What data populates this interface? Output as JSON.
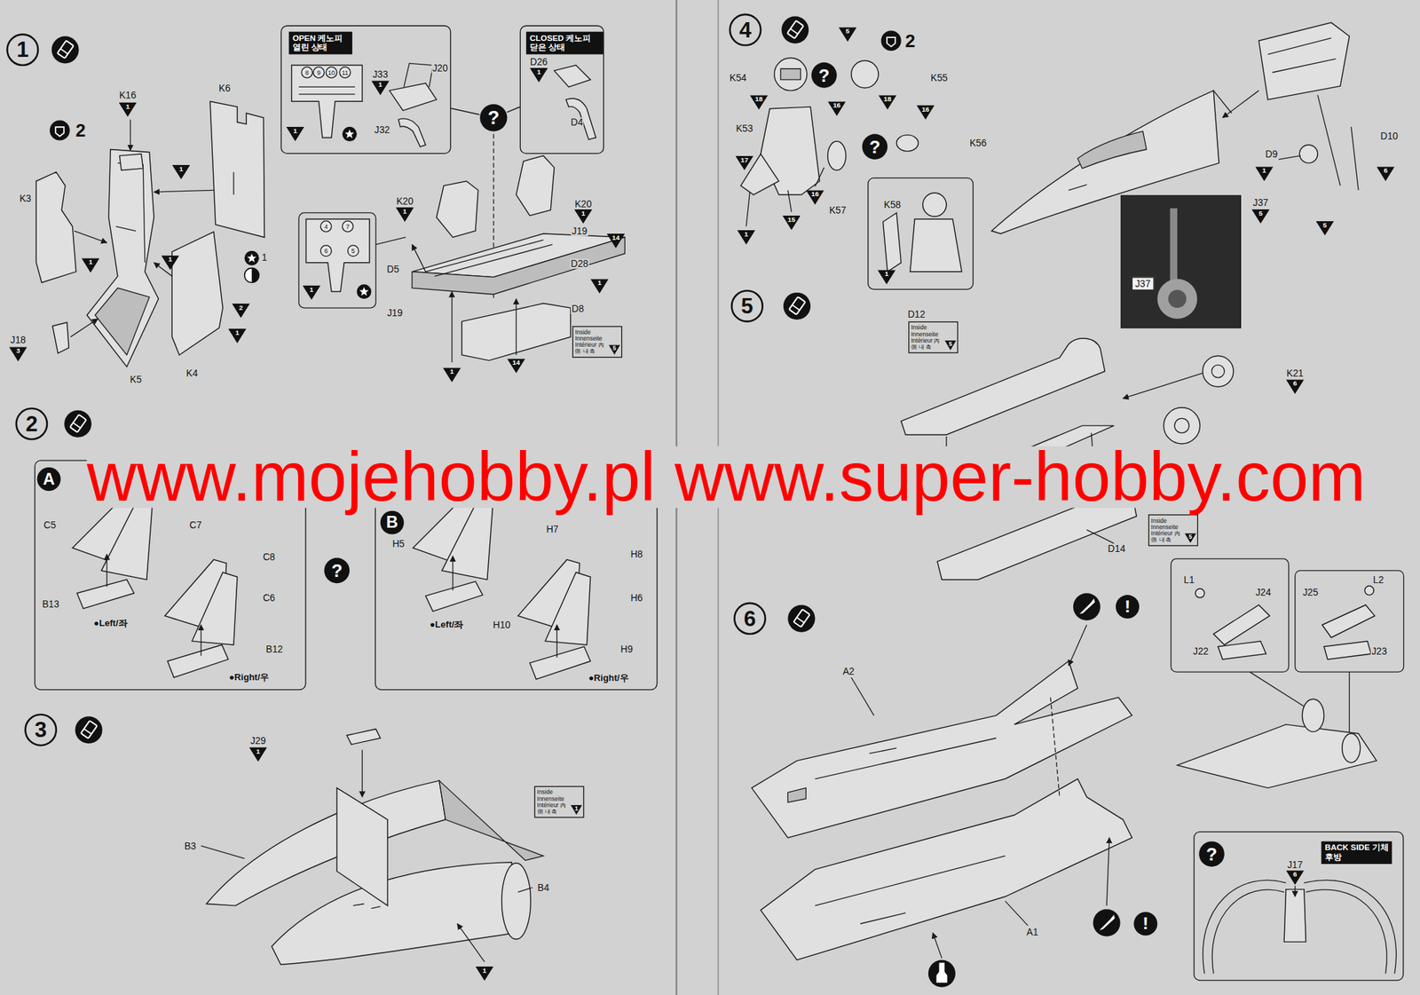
{
  "diagram": {
    "nodes": [
      {
        "text": [
          "1"
        ]
      },
      {
        "text": [
          "OPEN 케노피 열린 상태"
        ]
      },
      {
        "text": [
          "CLOSED 케노피 닫은 상태"
        ]
      },
      {
        "text": [
          "?"
        ]
      },
      {
        "text": [
          "Inside Innenseite Intérieur 內側 내측",
          "5"
        ]
      },
      {
        "text": [
          "2"
        ]
      },
      {
        "text": [
          "A"
        ]
      },
      {
        "text": [
          "B"
        ]
      },
      {
        "text": [
          "3"
        ]
      },
      {
        "text": [
          "Inside Innenseite Intérieur 內側 내측",
          "1"
        ]
      },
      {
        "text": [
          "4"
        ]
      },
      {
        "text": [
          "K58",
          "1"
        ]
      },
      {
        "text": [
          "5"
        ]
      },
      {
        "text": [
          "Inside Innenseite Intérieur 內側 내측",
          "5"
        ]
      },
      {
        "text": [
          "Inside Innenseite Intérieur 內側 내측",
          "5"
        ]
      },
      {
        "text": [
          "6"
        ]
      },
      {
        "text": [
          "BACK SIDE 기체 후방"
        ]
      }
    ],
    "edges": [
      {
        "from": 3,
        "to": 1,
        "arrow": "none"
      },
      {
        "from": 3,
        "to": 2,
        "arrow": "none"
      }
    ],
    "labels": [
      "2",
      "K16",
      "1",
      "K6",
      "1",
      "K3",
      "1",
      "1",
      "1",
      "2",
      "1",
      "J18",
      "3",
      "K5",
      "K4",
      "8",
      "9",
      "10",
      "11",
      "1",
      "J33",
      "1",
      "J20",
      "J32",
      "D26",
      "1",
      "D4",
      "4",
      "7",
      "6",
      "5",
      "1",
      "K20",
      "1",
      "K20",
      "1",
      "J19",
      "14",
      "D28",
      "1",
      "D5",
      "J19",
      "D8",
      "1",
      "14",
      "C5",
      "C7",
      "C8",
      "C6",
      "B13",
      "B12",
      "●Left/좌",
      "●Right/우",
      "?",
      "H5",
      "H7",
      "H8",
      "H6",
      "H10",
      "H9",
      "●Left/좌",
      "●Right/우",
      "www.mojehobby.pl www.super-hobby.com",
      "J29",
      "1",
      "B3",
      "B4",
      "1",
      "5",
      "2",
      "K54",
      "K55",
      "?",
      "18",
      "16",
      "18",
      "16",
      "K53",
      "?",
      "K56",
      "17",
      "16",
      "K57",
      "15",
      "1",
      "D10",
      "D9",
      "1",
      "6",
      "J37",
      "5",
      "5",
      "J37",
      "D12",
      "K21",
      "6",
      "D14",
      "A2",
      "A1",
      "!",
      "!",
      "L1",
      "J24",
      "J22",
      "L2",
      "J25",
      "J23",
      "?",
      "J17",
      "6"
    ]
  }
}
